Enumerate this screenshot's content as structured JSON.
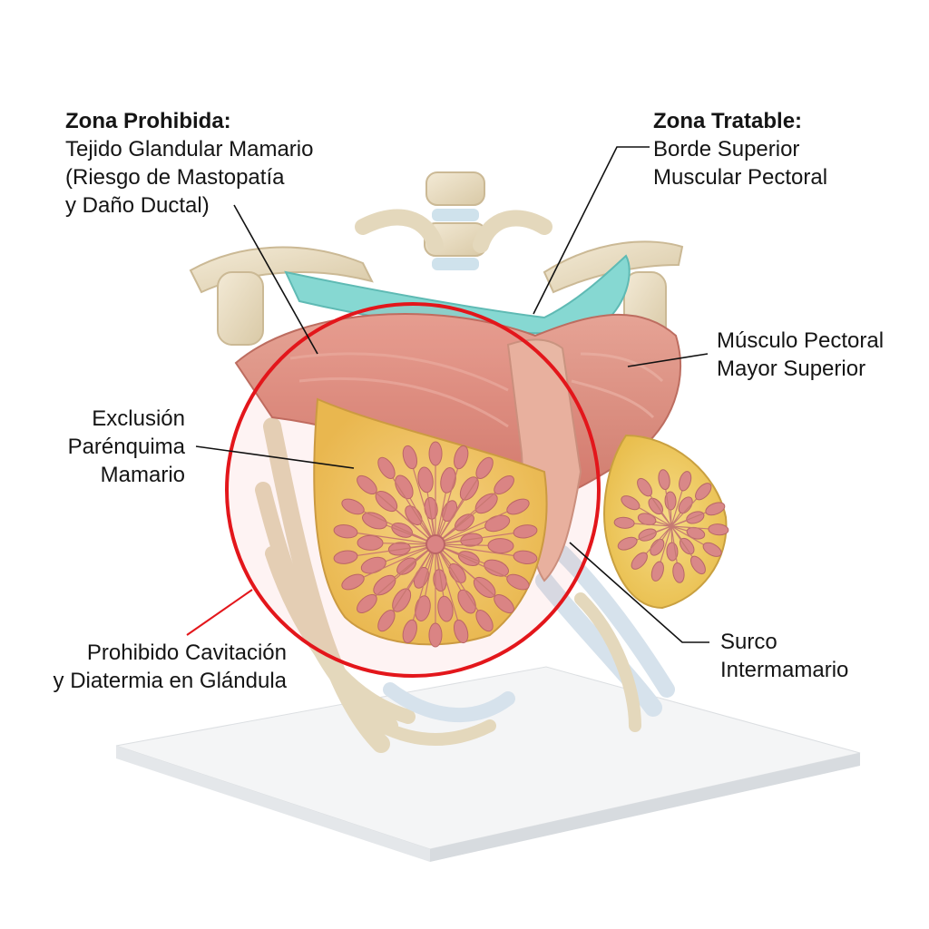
{
  "labels": {
    "forbidden_zone": {
      "title": "Zona Prohibida:",
      "lines": [
        "Tejido Glandular Mamario",
        "(Riesgo de Mastopatía",
        "y Daño Ductal)"
      ]
    },
    "treatable_zone": {
      "title": "Zona Tratable:",
      "lines": [
        "Borde Superior",
        "Muscular Pectoral"
      ]
    },
    "pectoral_muscle": {
      "lines": [
        "Músculo Pectoral",
        "Mayor Superior"
      ]
    },
    "parenchyma_exclusion": {
      "lines": [
        "Exclusión",
        "Parénquima",
        "Mamario"
      ]
    },
    "prohibited_cavitation": {
      "lines": [
        "Prohibido Cavitación",
        "y Diatermia en Glándula"
      ]
    },
    "intermammary_sulcus": {
      "lines": [
        "Surco",
        "Intermamario"
      ]
    }
  },
  "colors": {
    "prohibited_circle": "#e3161b",
    "treatable_band": "#7fd6cf",
    "muscle": "#d98a7b",
    "gland_fat": "#f1cf62",
    "gland_lobule": "#d98888",
    "bone": "#eadfc6",
    "cartilage": "#d6e2ec"
  }
}
